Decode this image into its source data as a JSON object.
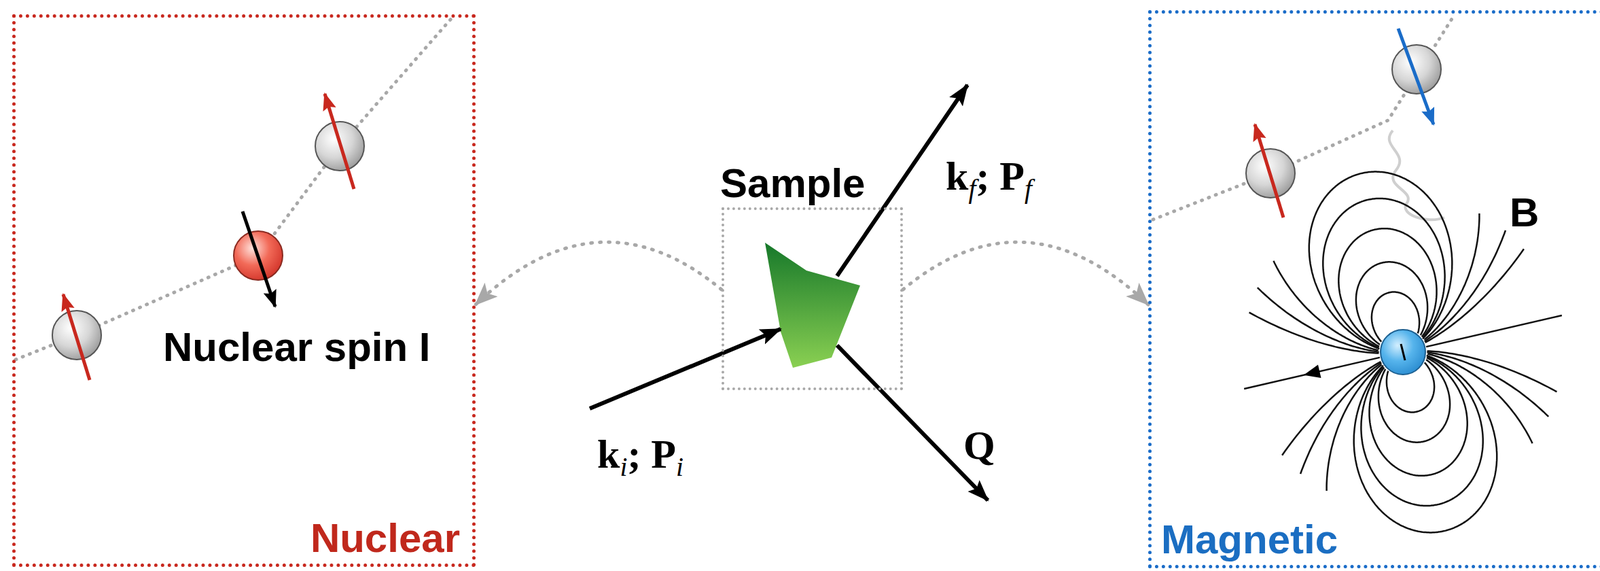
{
  "diagram": {
    "nodes": [
      {
        "text": [
          "Nuclear"
        ]
      },
      {
        "text": [
          "Sample"
        ]
      },
      {
        "text": [
          "Magnetic"
        ]
      }
    ],
    "edges": [
      {
        "from": 1,
        "to": 0,
        "arrow": "to"
      },
      {
        "from": 1,
        "to": 2,
        "arrow": "to"
      }
    ],
    "labels": [
      "Nuclear spin I",
      "ki; Pi",
      "kf; Pf",
      "Q",
      "B"
    ]
  }
}
